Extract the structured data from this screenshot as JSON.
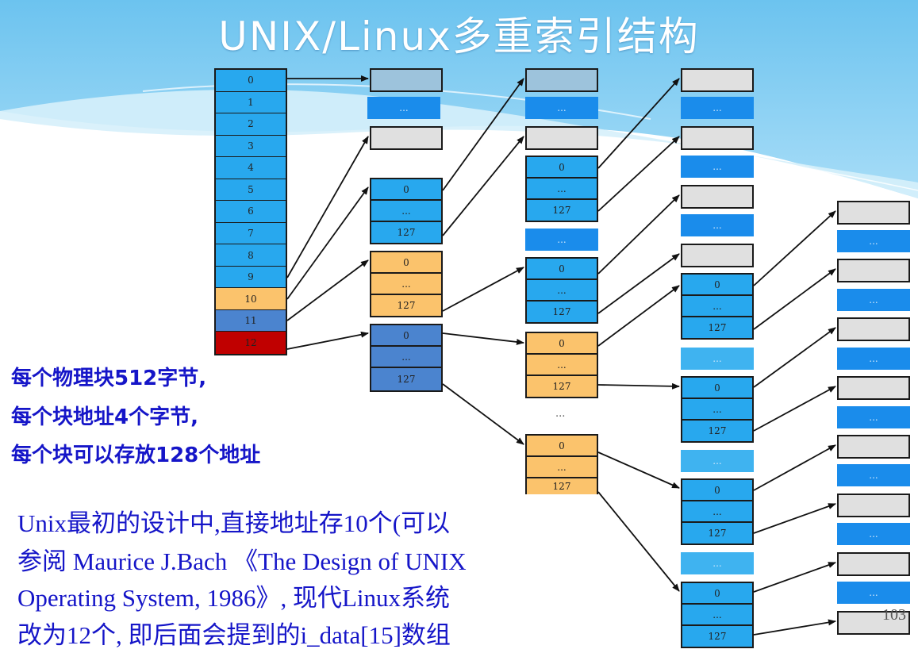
{
  "title": "UNIX/Linux多重索引结构",
  "colors": {
    "direct_block": "#28a8ee",
    "single_indirect": "#fbc36c",
    "double_indirect": "#4b84cf",
    "triple_indirect": "#c00000",
    "data_block": "#d9d9d9",
    "ellipsis_block": "#1a8ceb"
  },
  "inode_cells": [
    "0",
    "1",
    "2",
    "3",
    "4",
    "5",
    "6",
    "7",
    "8",
    "9",
    "10",
    "11",
    "12"
  ],
  "block_labels": {
    "first": "0",
    "mid": "...",
    "last": "127"
  },
  "ellipsis": "...",
  "notes": {
    "line1": "每个物理块512字节,",
    "line2": "每个块地址4个字节,",
    "line3": "每个块可以存放128个地址"
  },
  "paragraph": {
    "line1": "Unix最初的设计中,直接地址存10个(可以",
    "line2": "参阅 Maurice J.Bach 《The Design of UNIX",
    "line3": "Operating System, 1986》, 现代Linux系统",
    "line4": "改为12个, 即后面会提到的i_data[15]数组"
  },
  "page_number": "103"
}
